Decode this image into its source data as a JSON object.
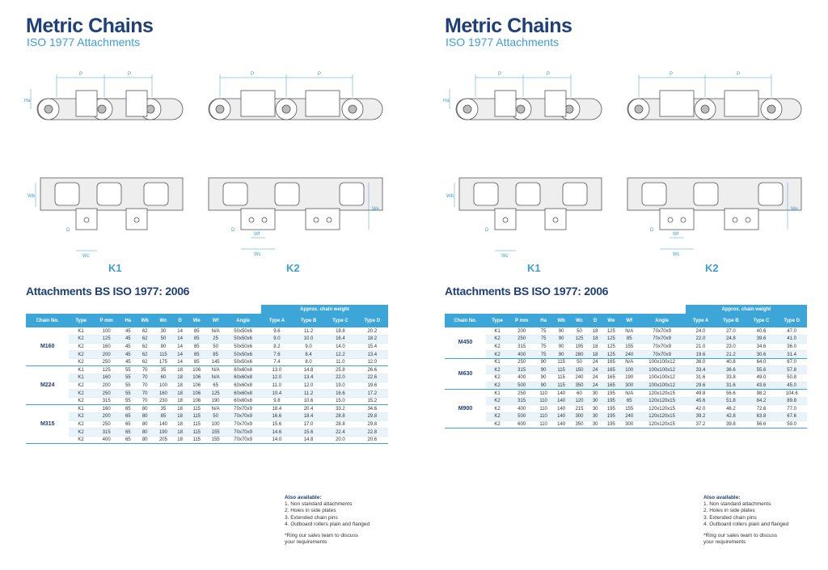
{
  "pages": [
    {
      "title": "Metric Chains",
      "subtitle": "ISO 1977 Attachments",
      "k1_label": "K1",
      "k2_label": "K2",
      "dims": {
        "p": "P",
        "ha": "Ha",
        "wb": "Wb",
        "we": "We",
        "wf": "Wf",
        "wc": "Wc",
        "d": "D"
      },
      "section_title": "Attachments BS ISO 1977: 2006",
      "table": {
        "approx_header": "Approx. chain weight",
        "headers": [
          "Chain No.",
          "Type",
          "P mm",
          "Ha",
          "Wb",
          "Wc",
          "D",
          "We",
          "Wf",
          "Angle",
          "Type A",
          "Type B",
          "Type C",
          "Type D"
        ],
        "groups": [
          {
            "chain": "M160",
            "rows": [
              [
                "K1",
                "100",
                "45",
                "62",
                "30",
                "14",
                "85",
                "N/A",
                "50x50x6",
                "9.6",
                "11.2",
                "18.8",
                "20.2"
              ],
              [
                "K2",
                "125",
                "45",
                "62",
                "50",
                "14",
                "85",
                "25",
                "50x50x6",
                "9.0",
                "10.0",
                "16.4",
                "18.2"
              ],
              [
                "K2",
                "160",
                "45",
                "62",
                "80",
                "14",
                "85",
                "50",
                "50x50x6",
                "8.2",
                "9.0",
                "14.0",
                "15.4"
              ],
              [
                "K2",
                "200",
                "45",
                "62",
                "115",
                "14",
                "85",
                "85",
                "50x50x6",
                "7.6",
                "8.4",
                "12.2",
                "13.4"
              ],
              [
                "K2",
                "250",
                "45",
                "62",
                "175",
                "14",
                "85",
                "145",
                "50x50x6",
                "7.4",
                "8.0",
                "11.0",
                "12.0"
              ]
            ]
          },
          {
            "chain": "M224",
            "rows": [
              [
                "K1",
                "125",
                "55",
                "70",
                "35",
                "18",
                "106",
                "N/A",
                "60x60x8",
                "13.0",
                "14.8",
                "25.8",
                "26.6"
              ],
              [
                "K1",
                "160",
                "55",
                "70",
                "60",
                "18",
                "106",
                "N/A",
                "60x60x8",
                "12.0",
                "13.4",
                "22.0",
                "22.6"
              ],
              [
                "K2",
                "200",
                "55",
                "70",
                "100",
                "18",
                "106",
                "65",
                "60x60x8",
                "11.0",
                "12.0",
                "19.0",
                "19.6"
              ],
              [
                "K2",
                "250",
                "55",
                "70",
                "160",
                "18",
                "106",
                "125",
                "60x60x8",
                "10.4",
                "11.2",
                "16.6",
                "17.2"
              ],
              [
                "K2",
                "315",
                "55",
                "70",
                "230",
                "18",
                "106",
                "190",
                "60x60x8",
                "9.8",
                "10.6",
                "15.0",
                "15.2"
              ]
            ]
          },
          {
            "chain": "M315",
            "rows": [
              [
                "K1",
                "160",
                "65",
                "80",
                "35",
                "18",
                "115",
                "N/A",
                "70x70x9",
                "18.4",
                "20.4",
                "33.2",
                "34.6"
              ],
              [
                "K2",
                "200",
                "65",
                "80",
                "85",
                "18",
                "115",
                "50",
                "70x70x9",
                "16.6",
                "18.4",
                "28.8",
                "29.8"
              ],
              [
                "K2",
                "250",
                "65",
                "80",
                "140",
                "18",
                "115",
                "100",
                "70x70x9",
                "15.6",
                "17.0",
                "28.8",
                "29.8"
              ],
              [
                "K2",
                "315",
                "65",
                "80",
                "190",
                "18",
                "115",
                "155",
                "70x70x9",
                "14.6",
                "15.6",
                "22.4",
                "22.8"
              ],
              [
                "K2",
                "400",
                "65",
                "80",
                "205",
                "18",
                "115",
                "155",
                "70x70x9",
                "14.0",
                "14.8",
                "20.0",
                "20.6"
              ]
            ]
          }
        ]
      },
      "also": {
        "heading": "Also available:",
        "items": [
          "1. Non standard attachments",
          "2. Holes in side plates",
          "3. Extended chain pins",
          "4. Outboard rollers plain and flanged"
        ],
        "note_line1": "*Ring our sales team to discuss",
        "note_line2": "your requirements"
      }
    },
    {
      "title": "Metric Chains",
      "subtitle": "ISO 1977 Attachments",
      "k1_label": "K1",
      "k2_label": "K2",
      "dims": {
        "p": "P",
        "ha": "Ha",
        "wb": "Wb",
        "we": "We",
        "wf": "Wf",
        "wc": "Wc",
        "d": "D"
      },
      "section_title": "Attachments BS ISO 1977: 2006",
      "table": {
        "approx_header": "Approx. chain weight",
        "headers": [
          "Chain No.",
          "Type",
          "P mm",
          "Ha",
          "Wb",
          "Wc",
          "D",
          "We",
          "Wf",
          "Angle",
          "Type A",
          "Type B",
          "Type C",
          "Type D"
        ],
        "groups": [
          {
            "chain": "M450",
            "rows": [
              [
                "K1",
                "200",
                "75",
                "90",
                "50",
                "18",
                "125",
                "N/A",
                "70x70x9",
                "24.0",
                "27.0",
                "40.6",
                "47.0"
              ],
              [
                "K2",
                "250",
                "75",
                "90",
                "125",
                "18",
                "125",
                "85",
                "70x70x9",
                "22.0",
                "24.8",
                "39.6",
                "41.0"
              ],
              [
                "K2",
                "315",
                "75",
                "90",
                "195",
                "18",
                "125",
                "155",
                "70x70x9",
                "21.0",
                "23.0",
                "34.6",
                "36.0"
              ],
              [
                "K2",
                "400",
                "75",
                "90",
                "280",
                "18",
                "125",
                "240",
                "70x70x9",
                "19.6",
                "21.2",
                "30.6",
                "31.4"
              ]
            ]
          },
          {
            "chain": "M630",
            "rows": [
              [
                "K1",
                "250",
                "90",
                "115",
                "50",
                "24",
                "165",
                "N/A",
                "100x100x12",
                "36.0",
                "40.8",
                "64.0",
                "67.0"
              ],
              [
                "K2",
                "315",
                "90",
                "115",
                "150",
                "24",
                "165",
                "100",
                "100x100x12",
                "33.4",
                "36.6",
                "55.6",
                "57.8"
              ],
              [
                "K2",
                "400",
                "90",
                "115",
                "240",
                "24",
                "165",
                "190",
                "100x100x12",
                "31.6",
                "33.8",
                "49.0",
                "50.8"
              ],
              [
                "K2",
                "500",
                "90",
                "115",
                "350",
                "24",
                "165",
                "300",
                "100x100x12",
                "29.6",
                "31.6",
                "43.6",
                "45.0"
              ]
            ]
          },
          {
            "chain": "M900",
            "rows": [
              [
                "K1",
                "250",
                "110",
                "140",
                "60",
                "30",
                "195",
                "N/A",
                "120x120x15",
                "49.8",
                "56.6",
                "98.2",
                "104.6"
              ],
              [
                "K2",
                "315",
                "110",
                "140",
                "120",
                "30",
                "195",
                "65",
                "120x120x15",
                "45.6",
                "51.8",
                "84.2",
                "89.8"
              ],
              [
                "K2",
                "400",
                "110",
                "140",
                "215",
                "30",
                "195",
                "155",
                "120x120x15",
                "42.0",
                "46.2",
                "72.6",
                "77.0"
              ],
              [
                "K2",
                "500",
                "110",
                "140",
                "300",
                "30",
                "195",
                "240",
                "120x120x15",
                "39.2",
                "42.8",
                "63.8",
                "67.6"
              ],
              [
                "K2",
                "600",
                "110",
                "140",
                "350",
                "30",
                "195",
                "300",
                "120x120x15",
                "37.2",
                "39.8",
                "56.6",
                "59.0"
              ]
            ]
          }
        ]
      },
      "also": {
        "heading": "Also available:",
        "items": [
          "1. Non standard attachments",
          "2. Holes in side plates",
          "3. Extended chain pins",
          "4. Outboard rollers plain and flanged"
        ],
        "note_line1": "*Ring our sales team to discuss",
        "note_line2": "your requirements"
      }
    }
  ]
}
